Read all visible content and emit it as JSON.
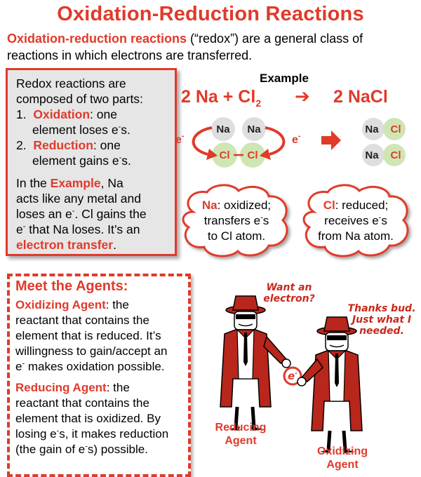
{
  "title": "Oxidation-Reduction Reactions",
  "intro": {
    "term": "Oxidation-reduction reactions",
    "rest": " (“redox”) are a general class of reactions in which electrons are transferred."
  },
  "panel": {
    "line1": "Redox reactions are",
    "line2": "composed of two parts:",
    "item1_num": "1.",
    "item1_term": "Oxidation",
    "item1_rest": ": one",
    "item1_line2": "element loses e",
    "item1_sup": "-",
    "item1_end": "s.",
    "item2_num": "2.",
    "item2_term": "Reduction",
    "item2_rest": ": one",
    "item2_line2": "element gains e",
    "item2_sup": "-",
    "item2_end": "s.",
    "p2_a": "In the ",
    "p2_example": "Example",
    "p2_b": ", Na",
    "p2_line2": "acts like any metal and",
    "p2_line3a": "loses an e",
    "p2_line3b": ". Cl gains the",
    "p2_line4a": "e",
    "p2_line4b": " that Na loses. It’s an",
    "p2_transfer": "electron transfer",
    "p2_dot": "."
  },
  "example": {
    "label": "Example",
    "left": "2 Na + Cl",
    "left_sub": "2",
    "right": "2 NaCl",
    "arrow": "➔",
    "electron": "e",
    "electron_sup": "-",
    "na": "Na",
    "cl": "Cl",
    "dash": "–"
  },
  "clouds": {
    "na_term": "Na",
    "na_l1": ": oxidized;",
    "na_l2": "transfers e",
    "na_l2_end": "s",
    "na_l3": "to Cl atom.",
    "cl_term": "Cl",
    "cl_l1": ": reduced;",
    "cl_l2": "receives e",
    "cl_l2_end": "s",
    "cl_l3": "from Na atom."
  },
  "agents": {
    "heading": "Meet the Agents:",
    "ox_term": "Oxidizing Agent",
    "ox_l1": ": the",
    "ox_l2": "reactant that contains the",
    "ox_l3": "element that is reduced. It’s",
    "ox_l4": "willingness to gain/accept an",
    "ox_l5a": "e",
    "ox_l5b": " makes oxidation possible.",
    "red_term": "Reducing Agent",
    "red_l1": ": the",
    "red_l2": "reactant that contains the",
    "red_l3": "element that is oxidized. By",
    "red_l4a": "losing e",
    "red_l4b": "s, it makes reduction",
    "red_l5a": "(the gain of e",
    "red_l5b": "s) possible."
  },
  "cartoon": {
    "speech1_l1": "Want an",
    "speech1_l2": "electron?",
    "speech2_l1": "Thanks bud.",
    "speech2_l2": "Just what I",
    "speech2_l3": "needed.",
    "reducing_l1": "Reducing",
    "reducing_l2": "Agent",
    "oxidizing_l1": "Oxidizing",
    "oxidizing_l2": "Agent",
    "coin": "e",
    "coin_sup": "-"
  },
  "colors": {
    "accent": "#e03a2a",
    "panel_bg": "#e6e6e6",
    "na_atom": "#dedede",
    "cl_atom": "#cfe6b4",
    "coat": "#b8261c"
  }
}
